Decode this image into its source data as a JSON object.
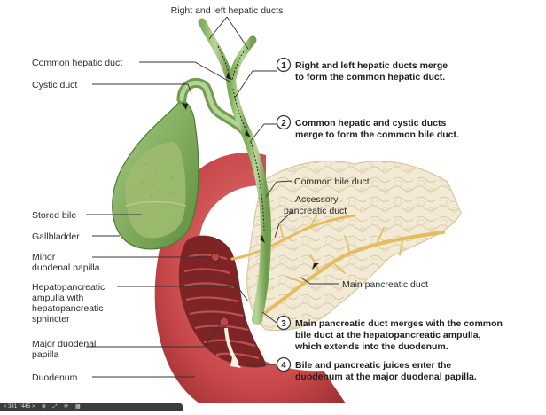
{
  "labels": {
    "right_left_hepatic_ducts": "Right and left hepatic ducts",
    "common_hepatic_duct": "Common hepatic duct",
    "cystic_duct": "Cystic duct",
    "stored_bile": "Stored bile",
    "gallbladder": "Gallbladder",
    "minor_papilla_1": "Minor",
    "minor_papilla_2": "duodenal papilla",
    "hepatopancreatic_1": "Hepatopancreatic",
    "hepatopancreatic_2": "ampulla with",
    "hepatopancreatic_3": "hepatopancreatic",
    "hepatopancreatic_4": "sphincter",
    "major_papilla_1": "Major duodenal",
    "major_papilla_2": "papilla",
    "duodenum": "Duodenum",
    "common_bile_duct": "Common bile duct",
    "accessory_1": "Accessory",
    "accessory_2": "pancreatic duct",
    "main_pancreatic_duct": "Main pancreatic duct"
  },
  "steps": [
    {
      "number": "1",
      "line1": "Right and left hepatic ducts merge",
      "line2": "to form the common hepatic duct.",
      "line3": ""
    },
    {
      "number": "2",
      "line1": "Common hepatic and cystic ducts",
      "line2": "merge to form the common bile duct.",
      "line3": ""
    },
    {
      "number": "3",
      "line1": "Main pancreatic duct merges with the common",
      "line2": "bile duct at the hepatopancreatic ampulla,",
      "line3": "which extends into the duodenum."
    },
    {
      "number": "4",
      "line1": "Bile and pancreatic juices enter the",
      "line2": "duodenum at the major duodenal papilla.",
      "line3": ""
    }
  ],
  "colors": {
    "gallbladder": "#7fae5a",
    "bile": "#9fbf6e",
    "duodenum": "#c8484a",
    "duodenum_inner": "#8c2a2c",
    "pancreas": "#f1e6cf",
    "pancreatic_duct": "#e8c46a"
  },
  "viewer": {
    "page_text": "< 341 / 445 >",
    "icons": [
      "zoom-icon",
      "fit-icon",
      "rotate-icon",
      "grid-icon"
    ]
  }
}
